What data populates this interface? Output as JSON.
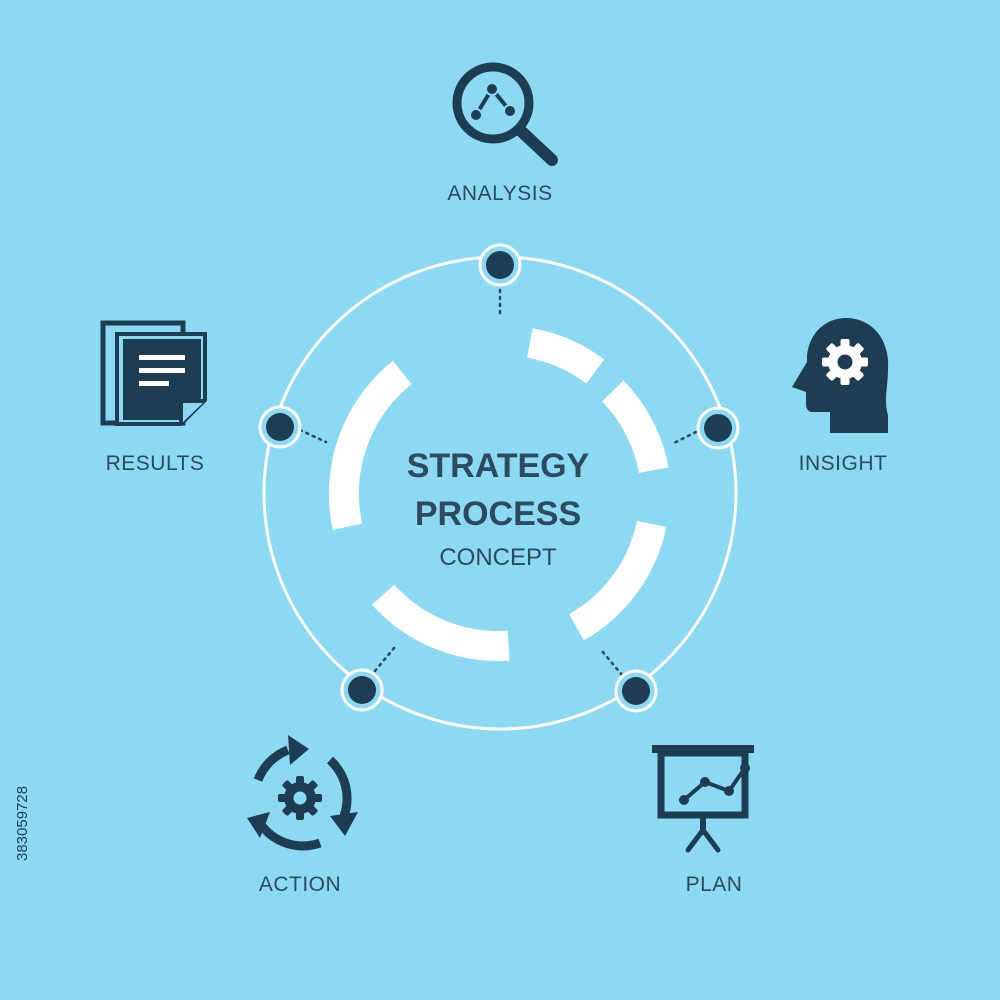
{
  "diagram": {
    "title_line1": "STRATEGY",
    "title_line2": "PROCESS",
    "subtitle": "CONCEPT",
    "steps": [
      {
        "label": "ANALYSIS",
        "icon": "magnifier-chart-icon"
      },
      {
        "label": "INSIGHT",
        "icon": "head-gear-icon"
      },
      {
        "label": "PLAN",
        "icon": "presentation-board-icon"
      },
      {
        "label": "ACTION",
        "icon": "cycle-gear-icon"
      },
      {
        "label": "RESULTS",
        "icon": "documents-icon"
      }
    ]
  },
  "stock_id": "383059728",
  "colors": {
    "background": "#8cd9f4",
    "dark": "#1e3d52",
    "text": "#2e4a5e",
    "white": "#ffffff"
  }
}
